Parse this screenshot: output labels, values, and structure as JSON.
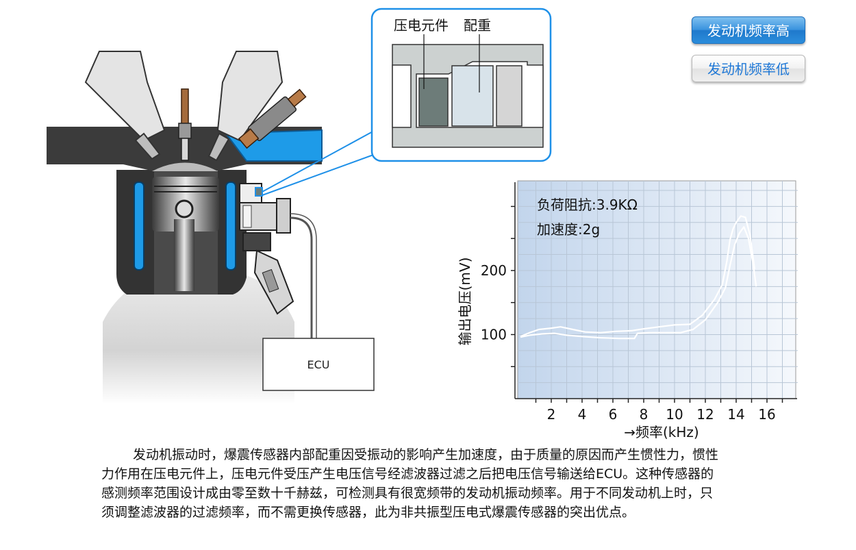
{
  "buttons": {
    "high": "发动机频率高",
    "low": "发动机频率低"
  },
  "callout": {
    "label_piezo": "压电元件",
    "label_weight": "配重"
  },
  "ecu_label": "ECU",
  "description": "发动机振动时，爆震传感器内部配重因受振动的影响产生加速度，由于质量的原因而产生惯性力，惯性力作用在压电元件上，压电元件受压产生电压信号经滤波器过滤之后把电压信号输送给ECU。这种传感器的感测频率范围设计成由零至数十千赫兹，可检测具有很宽频带的发动机振动频率。用于不同发动机上时，只须调整滤波器的过滤频率，而不需更换传感器，此为非共振型压电式爆震传感器的突出优点。",
  "colors": {
    "coolant": "#1e9be8",
    "button_active": "#2b8ddb",
    "button_text_inactive": "#1f78d6",
    "chart_bg_left": "#c2d5ec",
    "chart_bg_right": "#f5f8fc",
    "curve": "#ffffff"
  },
  "chart_data": {
    "type": "line",
    "annotations": [
      "负荷阻抗:3.9KΩ",
      "加速度:2g"
    ],
    "xlabel": "→频率(kHz)",
    "ylabel": "输出电压(mV)",
    "x_ticks": [
      2,
      4,
      6,
      8,
      10,
      12,
      14,
      16
    ],
    "y_ticks": [
      100,
      200
    ],
    "xlim": [
      0,
      18
    ],
    "ylim": [
      0,
      340
    ],
    "grid": true,
    "series": [
      {
        "x": [
          0.0,
          0.6,
          1.2,
          2.0,
          2.6,
          3.4,
          4.2,
          5.2,
          6.2,
          7.2,
          8.0,
          9.0,
          10.0,
          11.0,
          11.8,
          12.6,
          13.1,
          13.4,
          13.6,
          13.8,
          14.0,
          14.3,
          14.6,
          14.9,
          15.2
        ],
        "y": [
          97,
          103,
          108,
          110,
          112,
          108,
          104,
          103,
          105,
          106,
          109,
          112,
          115,
          116,
          130,
          155,
          178,
          215,
          248,
          265,
          275,
          285,
          283,
          255,
          202
        ]
      },
      {
        "x": [
          0.0,
          0.6,
          1.4,
          2.2,
          3.0,
          4.0,
          5.2,
          6.4,
          7.4,
          7.6,
          8.4,
          9.4,
          10.4,
          11.2,
          12.0,
          12.8,
          13.3,
          13.6,
          13.9,
          14.2,
          14.5,
          14.8,
          15.1,
          15.3
        ],
        "y": [
          96,
          99,
          101,
          102,
          99,
          97,
          95,
          94,
          94,
          102,
          103,
          103,
          103,
          108,
          123,
          150,
          173,
          208,
          240,
          258,
          268,
          250,
          210,
          175
        ]
      }
    ]
  }
}
